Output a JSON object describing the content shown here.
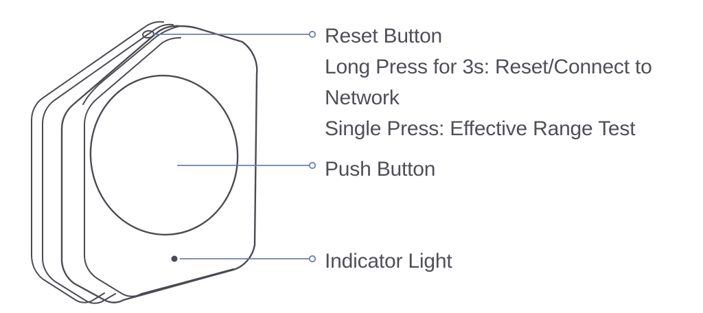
{
  "figure": {
    "type": "product-line-drawing",
    "subject": "wireless push button device",
    "background_color": "#ffffff",
    "outline_color": "#4a4a52",
    "leader_line_color": "#6b7fad",
    "text_color": "#4f4f57"
  },
  "device": {
    "parts": [
      {
        "name": "back-plate",
        "shape": "rounded-square"
      },
      {
        "name": "mid-body",
        "shape": "rounded-square"
      },
      {
        "name": "front-face",
        "shape": "rounded-square"
      },
      {
        "name": "push-button-face",
        "shape": "ellipse"
      },
      {
        "name": "reset-hole",
        "shape": "small-ellipse"
      },
      {
        "name": "indicator-led",
        "shape": "filled-dot"
      }
    ]
  },
  "callouts": [
    {
      "id": "reset-button",
      "title": "Reset Button",
      "details": [
        "Long Press for 3s: Reset/Connect to",
        "Network",
        "Single Press: Effective Range Test"
      ],
      "marker": "hollow-circle"
    },
    {
      "id": "push-button",
      "title": "Push Button",
      "details": [],
      "marker": "hollow-circle"
    },
    {
      "id": "indicator-light",
      "title": "Indicator Light",
      "details": [],
      "marker": "hollow-circle"
    }
  ]
}
